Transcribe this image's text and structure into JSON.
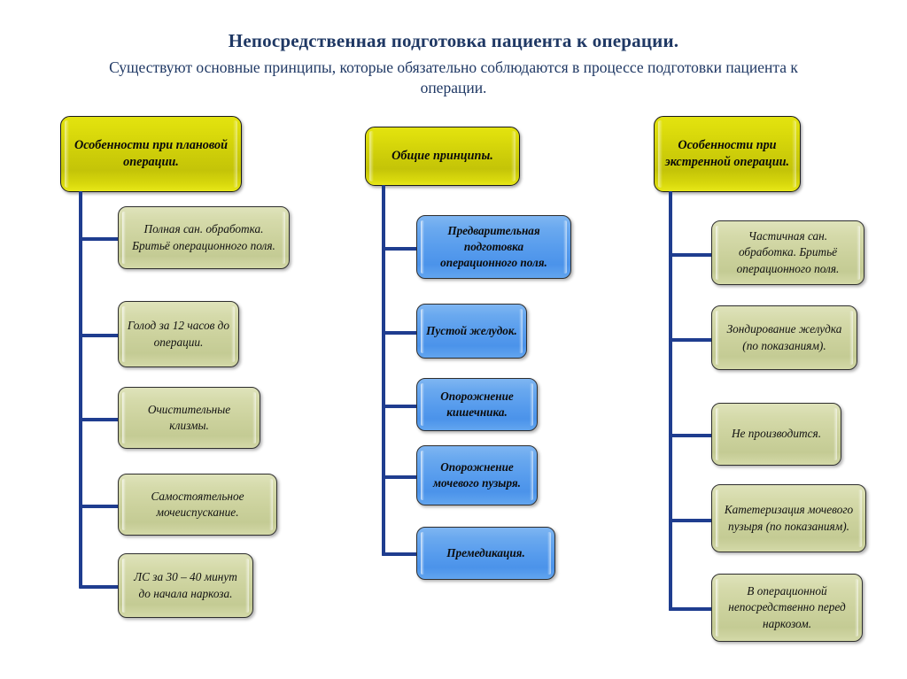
{
  "header": {
    "title": "Непосредственная подготовка пациента к операции.",
    "subtitle": "Существуют основные принципы, которые обязательно соблюдаются в процессе подготовки пациента к операции."
  },
  "colors": {
    "title_text": "#1f3864",
    "head_box": "#cfcf09",
    "olive_box": "#cbd19c",
    "blue_box": "#579ced",
    "connector": "#1f3d8f"
  },
  "columns": [
    {
      "id": "planned",
      "head": "Особенности при плановой операции.",
      "items": [
        "Полная сан. обработка. Бритьё операционного поля.",
        "Голод за 12 часов до операции.",
        "Очистительные клизмы.",
        "Самостоятельное мочеиспускание.",
        "ЛС за 30 – 40 минут до начала наркоза."
      ]
    },
    {
      "id": "general",
      "head": "Общие принципы.",
      "items": [
        "Предварительная подготовка операционного поля.",
        "Пустой желудок.",
        "Опорожнение кишечника.",
        "Опорожнение мочевого пузыря.",
        "Премедикация."
      ]
    },
    {
      "id": "emergency",
      "head": "Особенности при экстренной операции.",
      "items": [
        "Частичная сан. обработка. Бритьё операционного поля.",
        "Зондирование желудка (по показаниям).",
        "Не производится.",
        "Катетеризация мочевого пузыря (по показаниям).",
        "В операционной непосредственно перед наркозом."
      ]
    }
  ]
}
